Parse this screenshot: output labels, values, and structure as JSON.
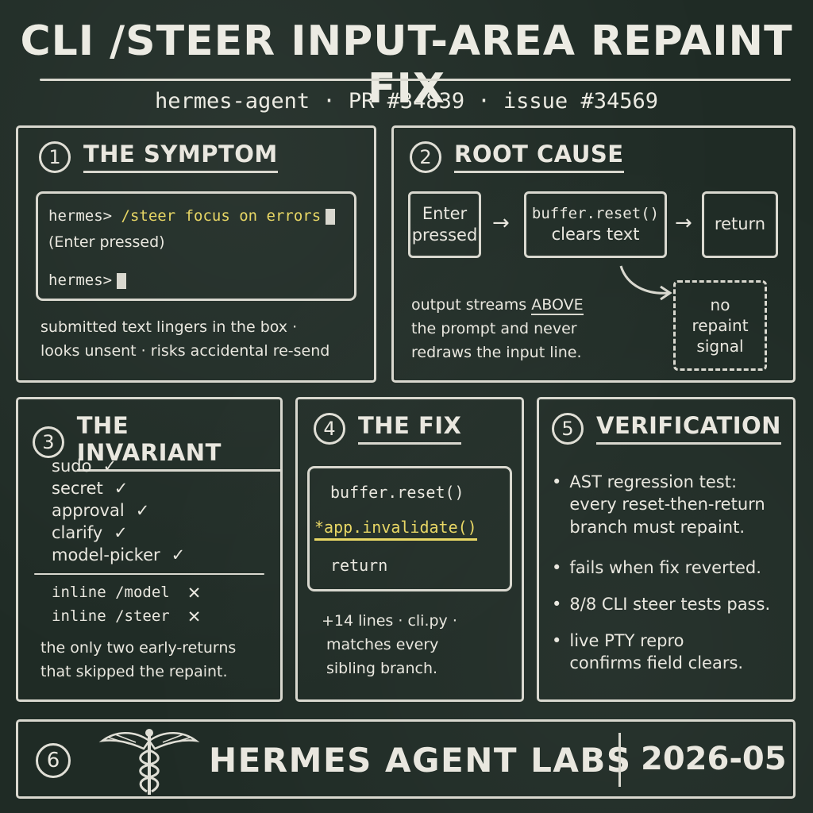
{
  "title": "CLI /STEER INPUT-AREA REPAINT FIX",
  "subtitle": "hermes-agent · PR #34839 · issue #34569",
  "s1": {
    "num": "1",
    "title": "THE SYMPTOM",
    "term_prompt1": "hermes>",
    "term_cmd": "/steer focus on errors",
    "term_note": "(Enter pressed)",
    "term_prompt2": "hermes>",
    "caption_1": "submitted text lingers in the box ·",
    "caption_2": "looks unsent · risks accidental re-send"
  },
  "s2": {
    "num": "2",
    "title": "ROOT CAUSE",
    "box_enter_1": "Enter",
    "box_enter_2": "pressed",
    "box_reset_1": "buffer.reset()",
    "box_reset_2": "clears text",
    "box_return": "return",
    "box_norepaint_1": "no",
    "box_norepaint_2": "repaint",
    "box_norepaint_3": "signal",
    "arrow": "→",
    "note_1": "output streams",
    "note_1b": "ABOVE",
    "note_2": "the prompt and never",
    "note_3": "redraws the input line."
  },
  "s3": {
    "num": "3",
    "title": "THE INVARIANT",
    "ok_items": [
      "sudo",
      "secret",
      "approval",
      "clarify",
      "model-picker"
    ],
    "ok_mark": "✓",
    "bad_items": [
      "inline /model",
      "inline /steer"
    ],
    "bad_mark": "✕",
    "caption_1": "the only two early-returns",
    "caption_2": "that skipped the repaint."
  },
  "s4": {
    "num": "4",
    "title": "THE FIX",
    "code_1": "buffer.reset()",
    "code_star": "*",
    "code_2": "app.invalidate()",
    "code_3": "return",
    "caption_1": "+14 lines · cli.py ·",
    "caption_2": "matches every",
    "caption_3": "sibling branch."
  },
  "s5": {
    "num": "5",
    "title": "VERIFICATION",
    "bullet_mark": "•",
    "bullets": [
      [
        "AST regression test:",
        "every reset-then-return",
        "branch must repaint."
      ],
      [
        "fails when fix reverted."
      ],
      [
        "8/8 CLI steer tests pass."
      ],
      [
        "live PTY repro",
        "confirms field clears."
      ]
    ]
  },
  "footer": {
    "num": "6",
    "brand": "HERMES AGENT LABS",
    "date": "2026-05",
    "logo_icon": "caduceus-icon"
  },
  "colors": {
    "background": "#1f2b25",
    "chalk": "#ecebe3",
    "highlight": "#e8d765"
  }
}
